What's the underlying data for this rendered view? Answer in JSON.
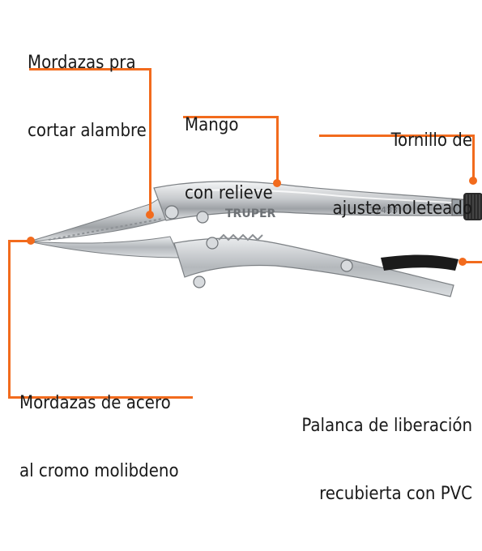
{
  "callouts": {
    "cutter": {
      "line1": "Mordazas pra",
      "line2": "cortar alambre"
    },
    "handle": {
      "line1": "Mango",
      "line2": "con relieve"
    },
    "screw": {
      "line1": "Tornillo de",
      "line2": "ajuste moleteado"
    },
    "jaws": {
      "line1": "Mordazas de acero",
      "line2": "al cromo molibdeno"
    },
    "lever": {
      "line1": "Palanca de liberación",
      "line2": "recubierta con PVC"
    }
  },
  "tool": {
    "brand": "TRUPER",
    "model": "17433"
  },
  "colors": {
    "accent": "#f26b1d",
    "text": "#1a1a1a",
    "metal": "#c9ccd0",
    "grip": "#1b1b1b"
  }
}
